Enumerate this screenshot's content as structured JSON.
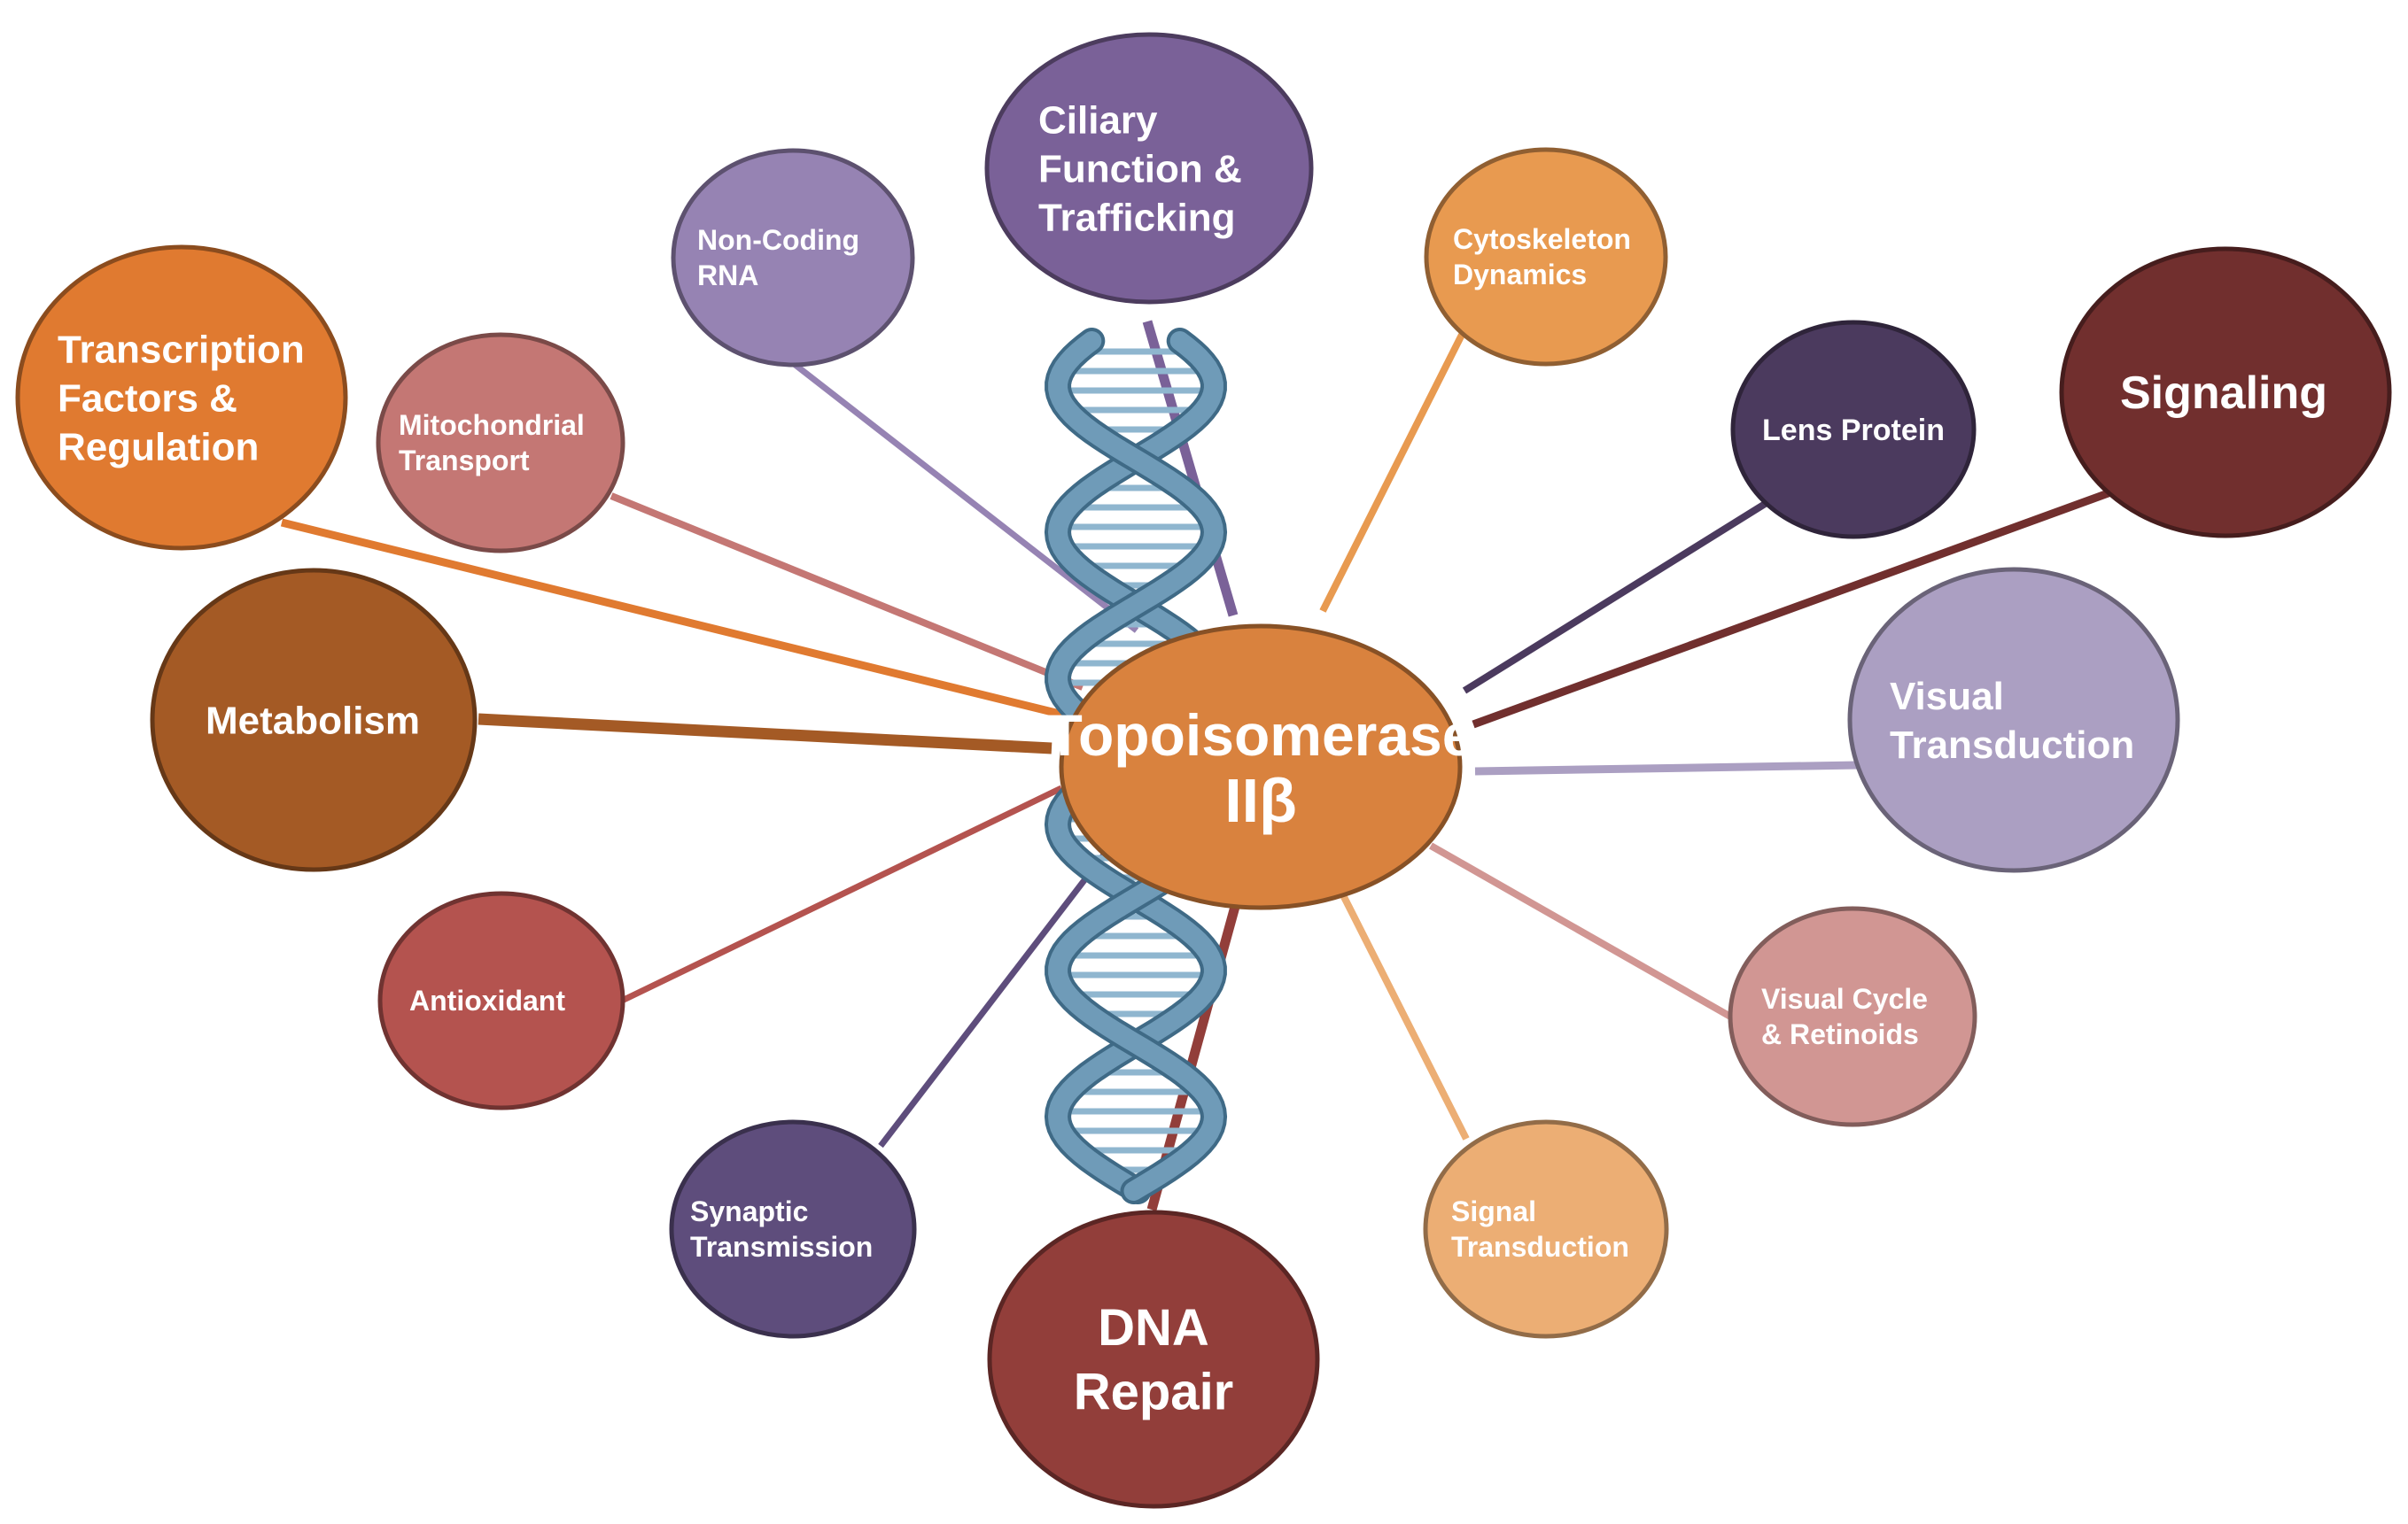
{
  "center": {
    "lines": [
      "Topoisomerase",
      "IIβ"
    ],
    "fill": "#d9823e"
  },
  "nodes": [
    {
      "id": "ciliary-function-trafficking",
      "lines": [
        "Ciliary",
        "Function &",
        "Trafficking"
      ],
      "fill": "#7a6198"
    },
    {
      "id": "non-coding-rna",
      "lines": [
        "Non-Coding",
        "RNA"
      ],
      "fill": "#9683b3"
    },
    {
      "id": "cytoskeleton-dynamics",
      "lines": [
        "Cytoskeleton",
        "Dynamics"
      ],
      "fill": "#e89a50"
    },
    {
      "id": "transcription-factors-regulation",
      "lines": [
        "Transcription",
        "Factors &",
        "Regulation"
      ],
      "fill": "#e07a30"
    },
    {
      "id": "mitochondrial-transport",
      "lines": [
        "Mitochondrial",
        "Transport"
      ],
      "fill": "#c47774"
    },
    {
      "id": "lens-protein",
      "lines": [
        "Lens Protein"
      ],
      "fill": "#4b3a5e"
    },
    {
      "id": "signaling",
      "lines": [
        "Signaling"
      ],
      "fill": "#712f2e"
    },
    {
      "id": "metabolism",
      "lines": [
        "Metabolism"
      ],
      "fill": "#a45a25"
    },
    {
      "id": "visual-transduction",
      "lines": [
        "Visual",
        "Transduction"
      ],
      "fill": "#ab9fc2"
    },
    {
      "id": "antioxidant",
      "lines": [
        "Antioxidant"
      ],
      "fill": "#b4534f"
    },
    {
      "id": "visual-cycle-retinoids",
      "lines": [
        "Visual Cycle",
        "& Retinoids"
      ],
      "fill": "#d19693"
    },
    {
      "id": "synaptic-transmission",
      "lines": [
        "Synaptic",
        "Transmission"
      ],
      "fill": "#5e4d7c"
    },
    {
      "id": "dna-repair",
      "lines": [
        "DNA",
        "Repair"
      ],
      "fill": "#923e3a"
    },
    {
      "id": "signal-transduction",
      "lines": [
        "Signal",
        "Transduction"
      ],
      "fill": "#ecae74"
    }
  ],
  "helix": {
    "strand_color": "#6f9bb8",
    "strand_outline": "#3f6a86",
    "rung_color": "#8fb6cf"
  }
}
